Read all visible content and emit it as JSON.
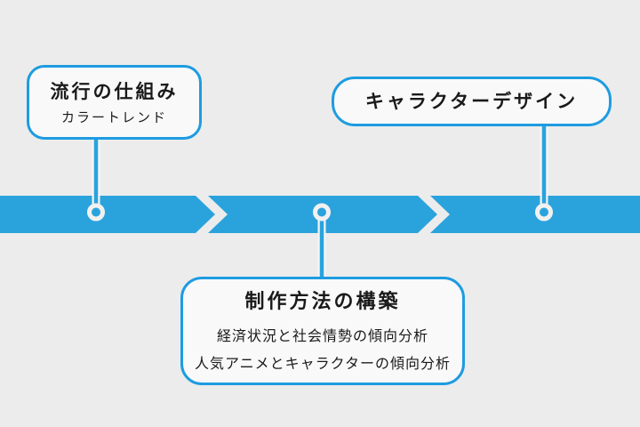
{
  "colors": {
    "background": "#ECECEC",
    "band_blue": "#2AA3DC",
    "line_blue": "#2AA3DC",
    "border_blue": "#1D9CE1",
    "casing_white": "#F5F5F5",
    "ring_white": "#F1F1F1",
    "box_fill": "#F9F9F9",
    "text_dark": "#1A1A1A"
  },
  "timeline": {
    "type": "horizontal-chevron-process",
    "direction": "left-to-right",
    "segment_count": 3,
    "milestones": [
      {
        "title": "流行の仕組み",
        "subtitle": "カラートレンド",
        "callout_position": "above-timeline"
      },
      {
        "title": "制作方法の構築",
        "details": [
          "経済状況と社会情勢の傾向分析",
          "人気アニメとキャラクターの傾向分析"
        ],
        "callout_position": "below-timeline"
      },
      {
        "title": "キャラクターデザイン",
        "callout_position": "above-timeline"
      }
    ]
  }
}
